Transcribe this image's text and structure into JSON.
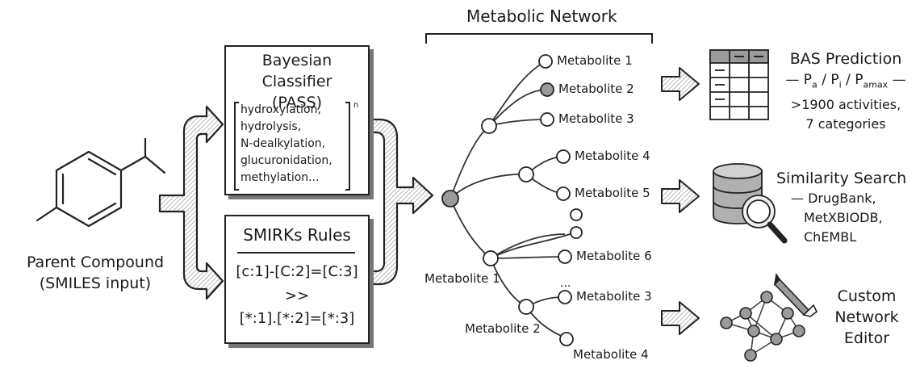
{
  "parent": {
    "label_line1": "Parent Compound",
    "label_line2": "(SMILES input)"
  },
  "bayes": {
    "title_line1": "Bayesian Classifier",
    "title_line2": "(PASS)",
    "items": [
      "hydroxylation,",
      "hydrolysis,",
      "N-dealkylation,",
      "glucuronidation,",
      "methylation..."
    ],
    "exponent": "n"
  },
  "smirks": {
    "title": "SMIRKs Rules",
    "line1": "[c:1]-[C:2]=[C:3]",
    "line2": ">>",
    "line3": "[*:1].[*:2]=[*:3]"
  },
  "network": {
    "title": "Metabolic Network",
    "upper_labels": [
      "Metabolite 1",
      "Metabolite 2",
      "Metabolite 3",
      "Metabolite 4",
      "Metabolite 5"
    ],
    "lower_labels": [
      "Metabolite 6",
      "Metabolite 3",
      "Metabolite 4"
    ],
    "inner_labels": [
      "Metabolite 1",
      "Metabolite 2"
    ],
    "ellipsis": "..."
  },
  "outputs": {
    "bas": {
      "title": "BAS Prediction",
      "formula_dash_left": "—",
      "p_a": "P",
      "p_a_sub": "a",
      "p_i": "P",
      "p_i_sub": "i",
      "p_amax": "P",
      "p_amax_sub": "amax",
      "separator": "/",
      "formula_dash_right": "—",
      "line2": ">1900 activities,",
      "line3": "7 categories"
    },
    "similarity": {
      "title": "Similarity Search",
      "line1": "— DrugBank,",
      "line2": "MetXBIODB,",
      "line3": "ChEMBL"
    },
    "editor": {
      "line1": "Custom",
      "line2": "Network",
      "line3": "Editor"
    }
  },
  "icons": {
    "table": "table-icon",
    "database": "database-search-icon",
    "network": "network-graph-icon",
    "pencil": "pencil-icon"
  },
  "colors": {
    "stroke": "#222222",
    "arrow_fill": "#bdbdbd",
    "node_fill": "#ffffff",
    "node_filled": "#9a9a9a"
  }
}
